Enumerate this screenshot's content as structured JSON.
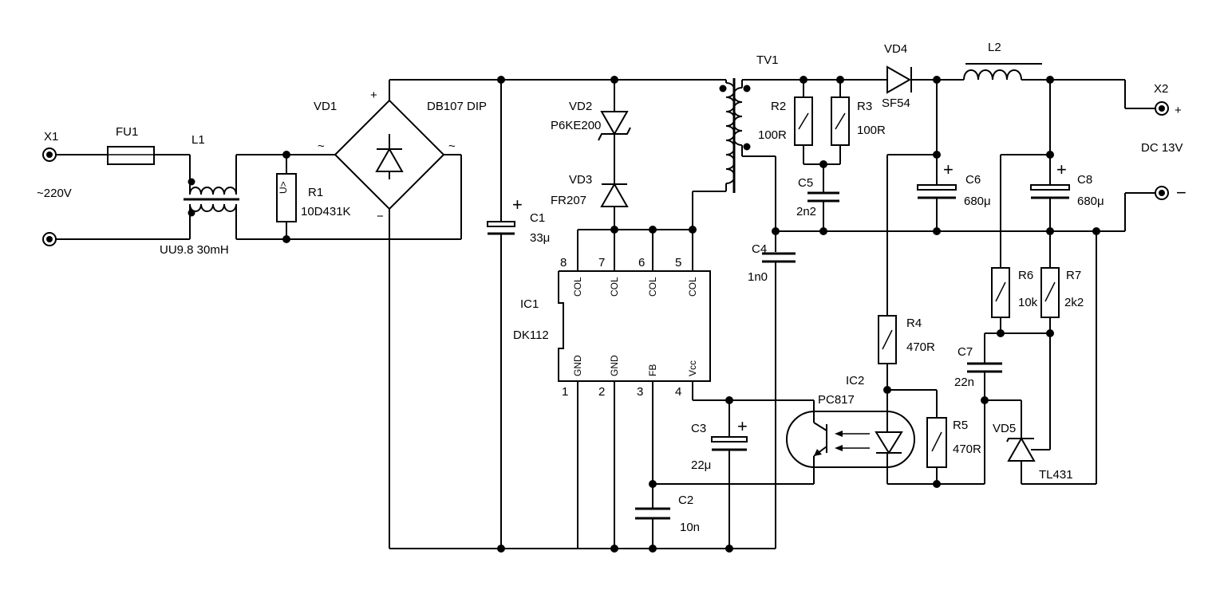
{
  "connectors": {
    "x1": {
      "ref": "X1",
      "value": "~220V"
    },
    "x2": {
      "ref": "X2",
      "value": "DC 13V",
      "plus": "+",
      "minus": "−"
    }
  },
  "fuse": {
    "ref": "FU1"
  },
  "l1": {
    "ref": "L1",
    "value": "UU9.8 30mH"
  },
  "r1": {
    "ref": "R1",
    "value": "10D431K",
    "symbol": "U>"
  },
  "bridge": {
    "ref": "VD1",
    "value": "DB107 DIP",
    "plus": "+",
    "minus": "−",
    "ac": "~"
  },
  "c1": {
    "ref": "C1",
    "value": "33μ",
    "plus": "+"
  },
  "vd2": {
    "ref": "VD2",
    "value": "P6KE200"
  },
  "vd3": {
    "ref": "VD3",
    "value": "FR207"
  },
  "tv1": {
    "ref": "TV1"
  },
  "r2": {
    "ref": "R2",
    "value": "100R"
  },
  "r3": {
    "ref": "R3",
    "value": "100R"
  },
  "c5": {
    "ref": "C5",
    "value": "2n2"
  },
  "vd4": {
    "ref": "VD4",
    "value": "SF54"
  },
  "l2": {
    "ref": "L2"
  },
  "c6": {
    "ref": "C6",
    "value": "680μ",
    "plus": "+"
  },
  "c8": {
    "ref": "C8",
    "value": "680μ",
    "plus": "+"
  },
  "c4": {
    "ref": "C4",
    "value": "1n0"
  },
  "ic1": {
    "ref": "IC1",
    "value": "DK112",
    "top_pins": [
      {
        "num": "8",
        "name": "COL"
      },
      {
        "num": "7",
        "name": "COL"
      },
      {
        "num": "6",
        "name": "COL"
      },
      {
        "num": "5",
        "name": "COL"
      }
    ],
    "bottom_pins": [
      {
        "num": "1",
        "name": "GND"
      },
      {
        "num": "2",
        "name": "GND"
      },
      {
        "num": "3",
        "name": "FB"
      },
      {
        "num": "4",
        "name": "Vcc"
      }
    ]
  },
  "c3": {
    "ref": "C3",
    "value": "22μ",
    "plus": "+"
  },
  "c2": {
    "ref": "C2",
    "value": "10n"
  },
  "ic2": {
    "ref": "IC2",
    "value": "PC817"
  },
  "r4": {
    "ref": "R4",
    "value": "470R"
  },
  "r5": {
    "ref": "R5",
    "value": "470R"
  },
  "r6": {
    "ref": "R6",
    "value": "10k"
  },
  "r7": {
    "ref": "R7",
    "value": "2k2"
  },
  "c7": {
    "ref": "C7",
    "value": "22n"
  },
  "vd5": {
    "ref": "VD5",
    "value": "TL431"
  }
}
